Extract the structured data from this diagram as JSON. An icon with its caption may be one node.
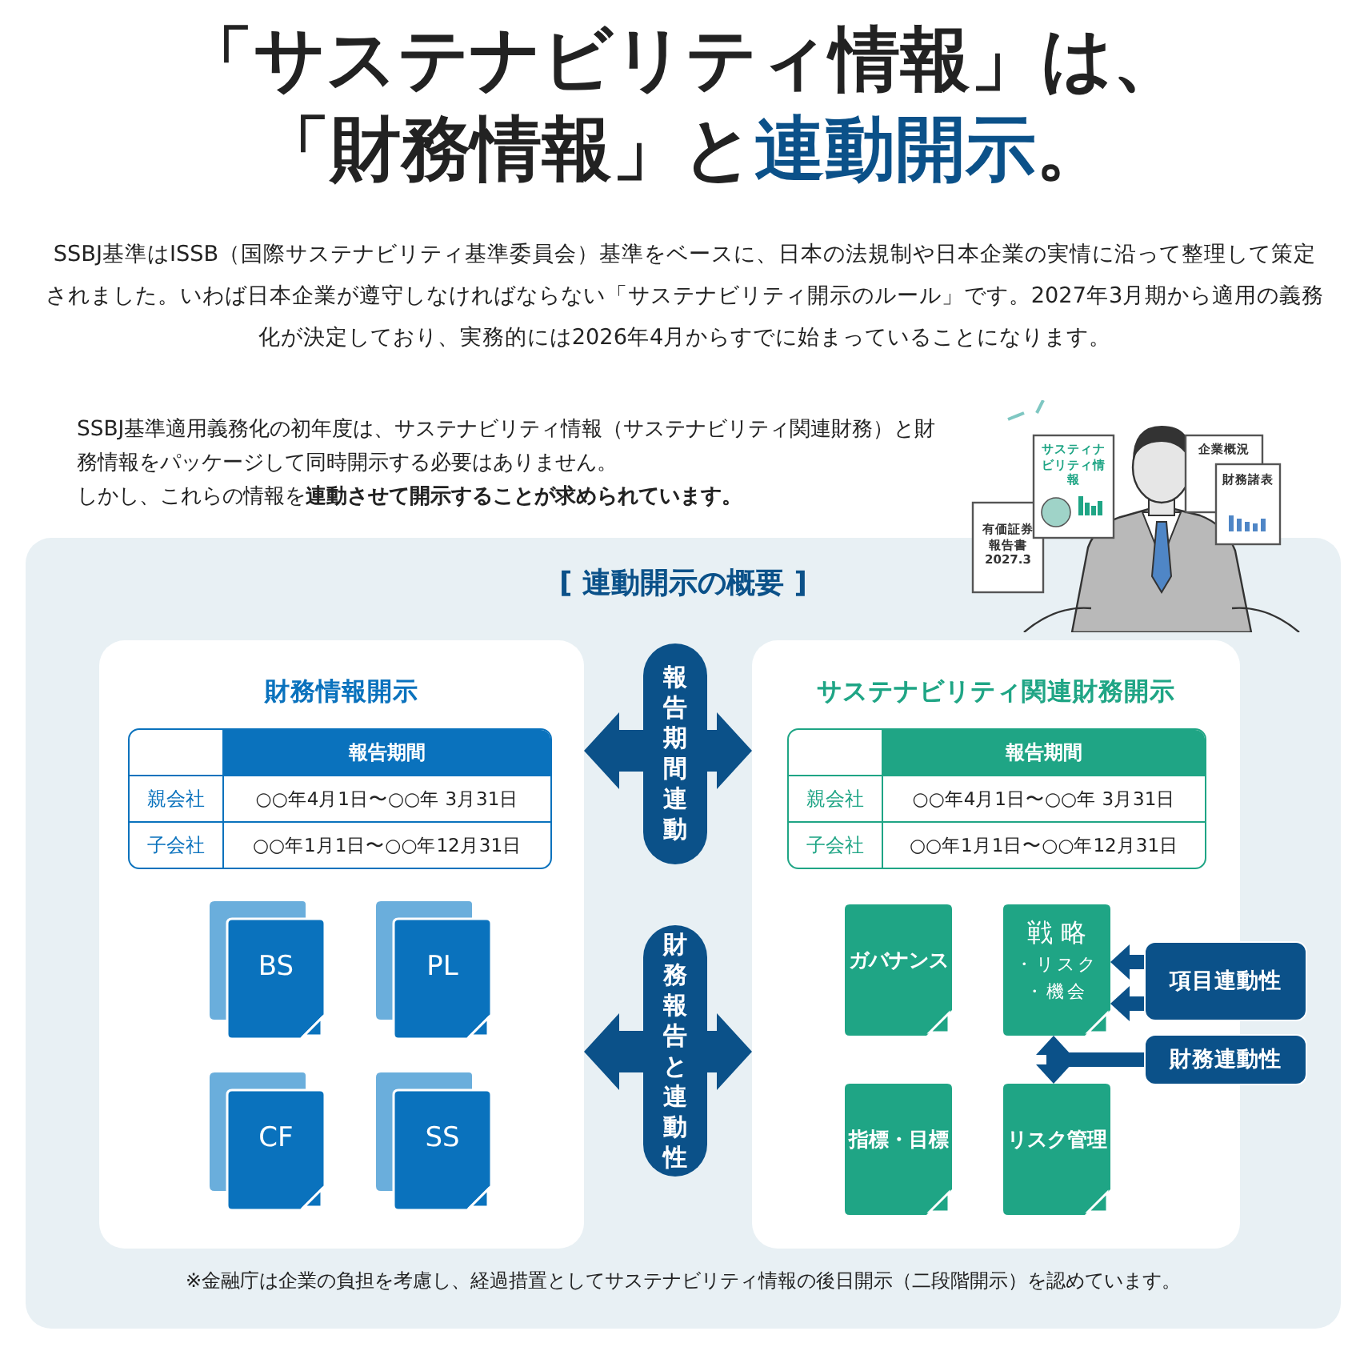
{
  "diagram": {
    "title": "「サステナビリティ情報」は、「財務情報」と**連動開示**。",
    "nodes": [
      {
        "text": [
          "[ 連動開示の概要 ]"
        ]
      },
      {
        "text": [
          "財務情報開示"
        ],
        "in": 0
      },
      {
        "text": [
          "サステナビリティ関連財務開示"
        ],
        "in": 0
      },
      {
        "text": [
          "報告期間連動"
        ],
        "in": 0
      },
      {
        "text": [
          "財務報告と連動性"
        ],
        "in": 0
      },
      {
        "text": [
          "BS"
        ],
        "in": 1
      },
      {
        "text": [
          "PL"
        ],
        "in": 1
      },
      {
        "text": [
          "CF"
        ],
        "in": 1
      },
      {
        "text": [
          "SS"
        ],
        "in": 1
      },
      {
        "text": [
          "ガバナンス"
        ],
        "in": 2
      },
      {
        "text": [
          "戦略",
          "・リスク",
          "・機会"
        ],
        "in": 2
      },
      {
        "text": [
          "指標・目標"
        ],
        "in": 2
      },
      {
        "text": [
          "リスク管理"
        ],
        "in": 2
      },
      {
        "text": [
          "項目連動性"
        ],
        "in": 0
      },
      {
        "text": [
          "財務連動性"
        ],
        "in": 0
      }
    ],
    "edges": [
      {
        "from": 3,
        "to": 1,
        "arrow": "to",
        "style": "thick"
      },
      {
        "from": 3,
        "to": 2,
        "arrow": "to",
        "style": "thick"
      },
      {
        "from": 4,
        "to": 1,
        "arrow": "to",
        "style": "thick"
      },
      {
        "from": 4,
        "to": 2,
        "arrow": "to",
        "style": "thick"
      },
      {
        "from": 13,
        "to": 10,
        "arrow": "to"
      },
      {
        "from": 13,
        "to": 10,
        "arrow": "to"
      },
      {
        "from": 14,
        "to": 10,
        "arrow": "to"
      },
      {
        "from": 14,
        "to": 12,
        "arrow": "to"
      }
    ],
    "labels": [
      "SSBJ基準はISSB（国際サステナビリティ基準委員会）基準をベースに、日本の法規制や日本企業の実情に沿って整理して策定されました。いわば日本企業が遵守しなければならない「サステナビリティ開示のルール」です。2027年3月期から適用の義務化が決定しており、実務的には2026年4月からすでに始まっていることになります。",
      "SSBJ基準適用義務化の初年度は、サステナビリティ情報（サステナビリティ関連財務）と財務情報をパッケージして同時開示する必要はありません。",
      "しかし、これらの情報を**連動させて開示することが求められています。**",
      "サスティナビリティ情報",
      "企業概況",
      "財務諸表",
      "有価証券報告書 2027.3",
      "報告期間",
      "親会社",
      "○○年4月1日〜○○年 3月31日",
      "子会社",
      "○○年1月1日〜○○年12月31日",
      "報告期間",
      "親会社",
      "○○年4月1日〜○○年 3月31日",
      "子会社",
      "○○年1月1日〜○○年12月31日",
      "※金融庁は企業の負担を考慮し、経過措置としてサステナビリティ情報の後日開示（二段階開示）を認めています。"
    ]
  }
}
